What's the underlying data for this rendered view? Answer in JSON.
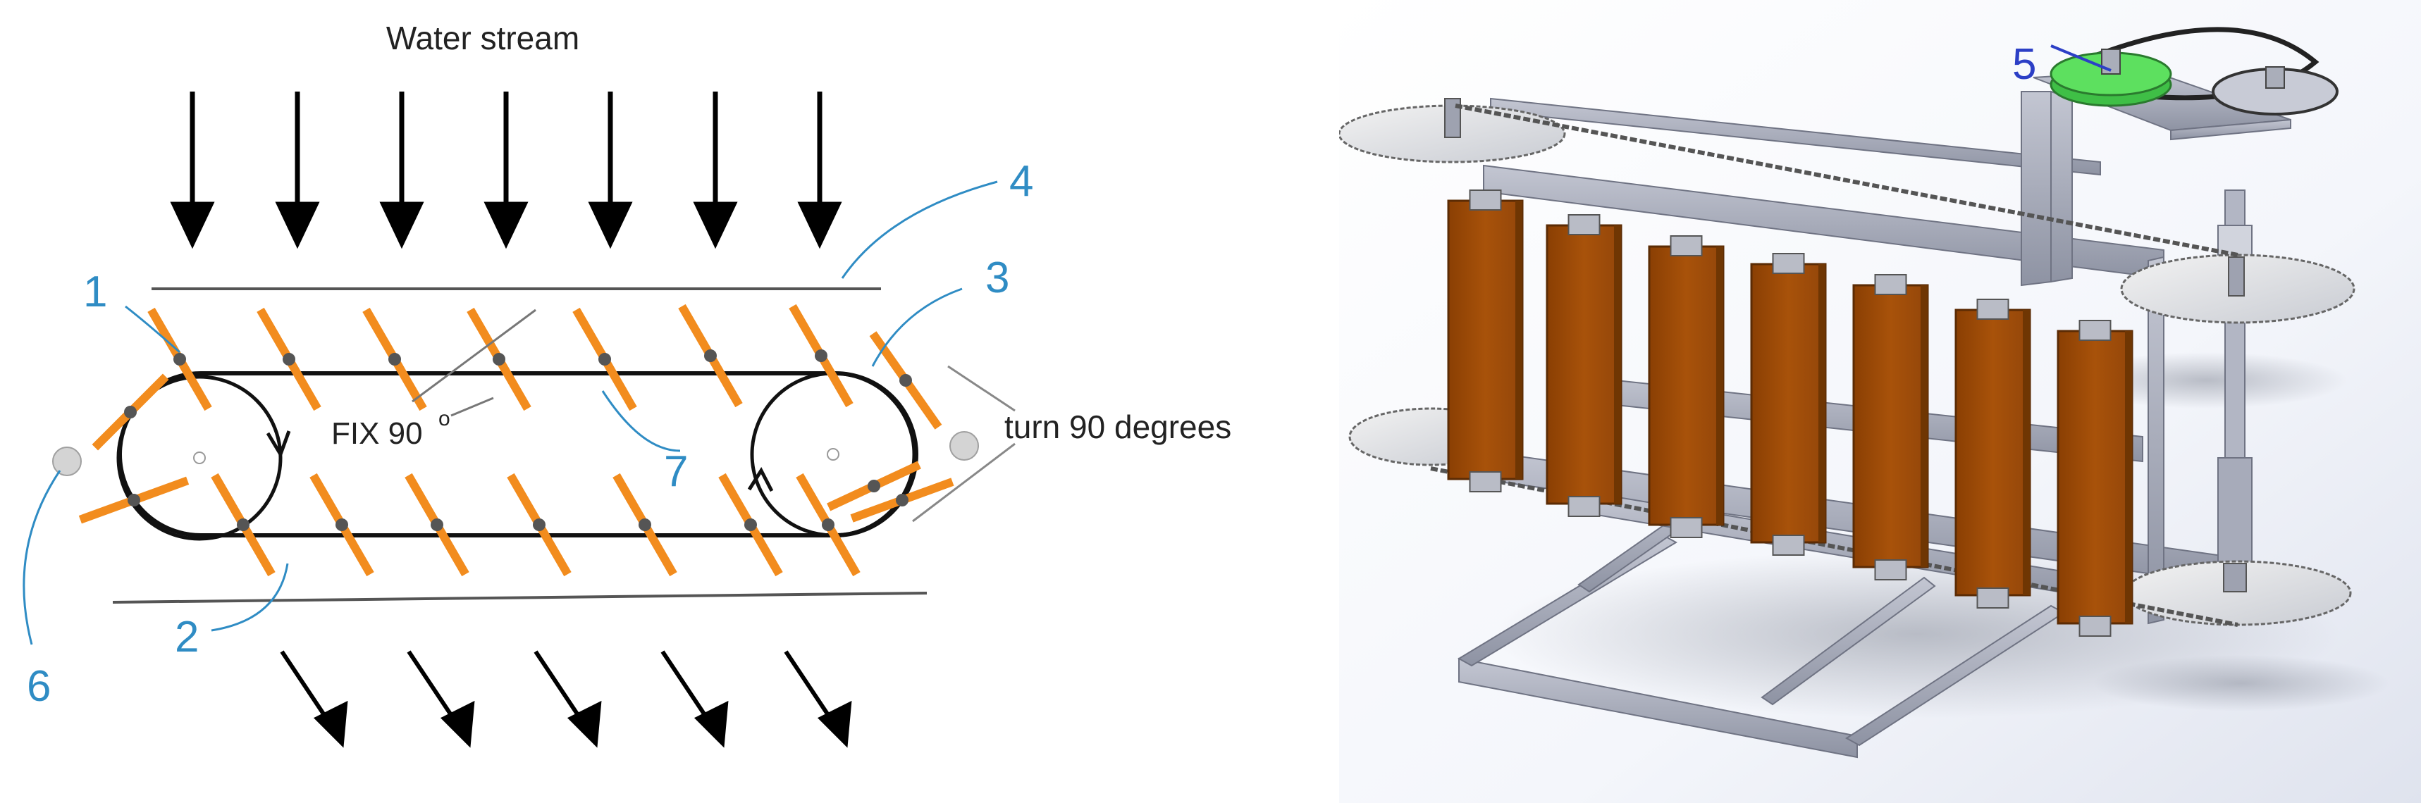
{
  "figure": {
    "left_panel": {
      "title": "Water stream",
      "fix_label": "FIX 90",
      "fix_degree_symbol": "o",
      "turn_label": "turn 90 degrees",
      "callouts": [
        "1",
        "2",
        "3",
        "4",
        "6",
        "7"
      ]
    },
    "right_panel": {
      "callouts": [
        "5"
      ]
    }
  },
  "colors": {
    "blade": "#f28c1e",
    "callout": "#2f8cc4",
    "label5": "#2c3fc6",
    "frame": "#a9acb8",
    "panel": "#a14c05",
    "pulley": "#4fd14f"
  }
}
